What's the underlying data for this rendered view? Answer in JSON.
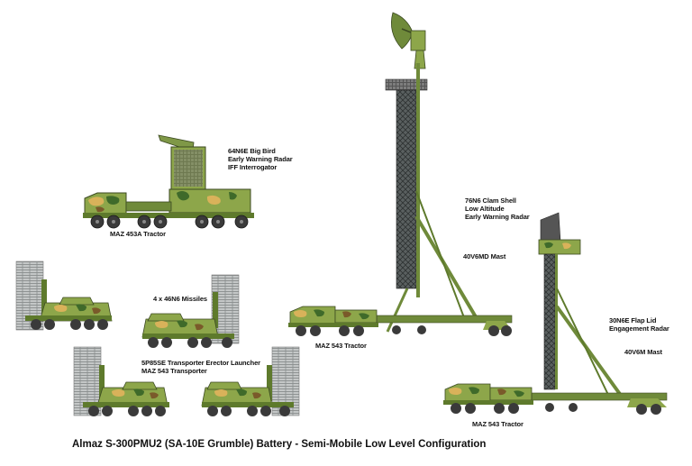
{
  "caption": "Almaz S-300PMU2 (SA-10E Grumble) Battery - Semi-Mobile Low Level Configuration",
  "labels": {
    "big_bird": [
      "64N6E Big Bird",
      "Early Warning Radar",
      "IFF Interrogator"
    ],
    "maz453": "MAZ 453A Tractor",
    "missiles": "4 x 46N6 Missiles",
    "tel": [
      "5P85SE Transporter Erector Launcher",
      "MAZ 543 Transporter"
    ],
    "clam_shell": [
      "76N6 Clam Shell",
      "Low Altitude",
      "Early Warning Radar"
    ],
    "mast_40v6md": "40V6MD Mast",
    "maz543_a": "MAZ 543 Tractor",
    "flap_lid": [
      "30N6E Flap Lid",
      "Engagement Radar"
    ],
    "mast_40v6m": "40V6M Mast",
    "maz543_b": "MAZ 543 Tractor"
  },
  "colors": {
    "olive": "#8da64a",
    "olive_dark": "#5e7a2c",
    "camo_sand": "#d9b25a",
    "camo_brown": "#7a5a2a",
    "camo_green": "#3f6a2a",
    "tube": "#b9bcbc",
    "wheel": "#3a3a3a",
    "mast": "#4a4f4f"
  }
}
